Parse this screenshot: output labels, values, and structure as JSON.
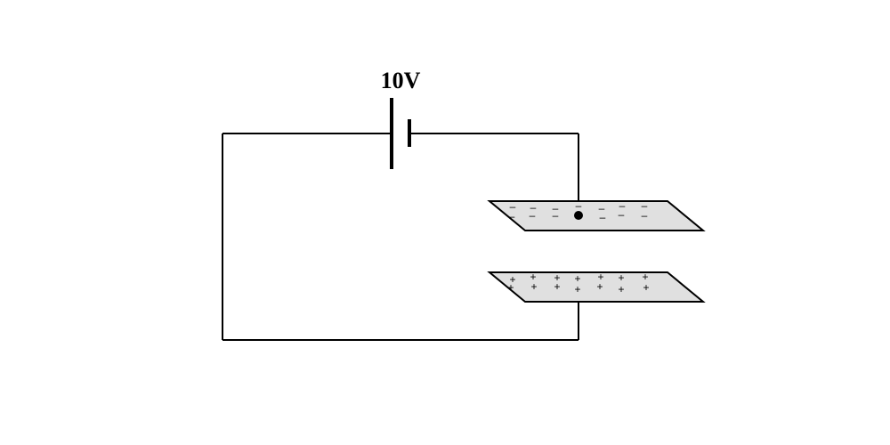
{
  "battery": {
    "voltage_label": "10V"
  },
  "top_plate": {
    "charge_symbol": "–",
    "charge_count": 14
  },
  "bottom_plate": {
    "charge_symbol": "+",
    "charge_count": 14
  }
}
